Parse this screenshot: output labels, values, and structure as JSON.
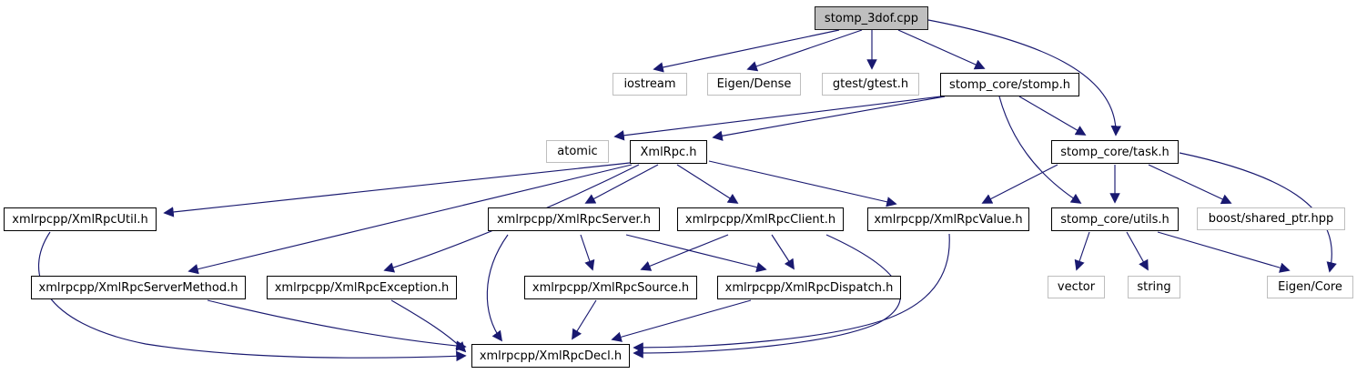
{
  "diagram": {
    "kind": "doxygen-include-dependency-graph",
    "root_label": "stomp_3dof.cpp",
    "colors": {
      "edge": "#191970",
      "root_fill": "#bfbfbf",
      "linked_border": "#000000",
      "plain_border": "#bebebe",
      "background": "#ffffff"
    },
    "nodes": [
      {
        "id": "stomp_3dof.cpp",
        "label": "stomp_3dof.cpp",
        "linked": false,
        "role": "root"
      },
      {
        "id": "iostream",
        "label": "iostream",
        "linked": false
      },
      {
        "id": "Eigen/Dense",
        "label": "Eigen/Dense",
        "linked": false
      },
      {
        "id": "gtest/gtest.h",
        "label": "gtest/gtest.h",
        "linked": false
      },
      {
        "id": "stomp_core/stomp.h",
        "label": "stomp_core/stomp.h",
        "linked": true
      },
      {
        "id": "atomic",
        "label": "atomic",
        "linked": false
      },
      {
        "id": "XmlRpc.h",
        "label": "XmlRpc.h",
        "linked": true
      },
      {
        "id": "stomp_core/task.h",
        "label": "stomp_core/task.h",
        "linked": true
      },
      {
        "id": "xmlrpcpp/XmlRpcUtil.h",
        "label": "xmlrpcpp/XmlRpcUtil.h",
        "linked": true
      },
      {
        "id": "xmlrpcpp/XmlRpcServer.h",
        "label": "xmlrpcpp/XmlRpcServer.h",
        "linked": true
      },
      {
        "id": "xmlrpcpp/XmlRpcClient.h",
        "label": "xmlrpcpp/XmlRpcClient.h",
        "linked": true
      },
      {
        "id": "xmlrpcpp/XmlRpcValue.h",
        "label": "xmlrpcpp/XmlRpcValue.h",
        "linked": true
      },
      {
        "id": "stomp_core/utils.h",
        "label": "stomp_core/utils.h",
        "linked": true
      },
      {
        "id": "boost/shared_ptr.hpp",
        "label": "boost/shared_ptr.hpp",
        "linked": false
      },
      {
        "id": "xmlrpcpp/XmlRpcServerMethod.h",
        "label": "xmlrpcpp/XmlRpcServerMethod.h",
        "linked": true
      },
      {
        "id": "xmlrpcpp/XmlRpcException.h",
        "label": "xmlrpcpp/XmlRpcException.h",
        "linked": true
      },
      {
        "id": "xmlrpcpp/XmlRpcSource.h",
        "label": "xmlrpcpp/XmlRpcSource.h",
        "linked": true
      },
      {
        "id": "xmlrpcpp/XmlRpcDispatch.h",
        "label": "xmlrpcpp/XmlRpcDispatch.h",
        "linked": true
      },
      {
        "id": "vector",
        "label": "vector",
        "linked": false
      },
      {
        "id": "string",
        "label": "string",
        "linked": false
      },
      {
        "id": "Eigen/Core",
        "label": "Eigen/Core",
        "linked": false
      },
      {
        "id": "xmlrpcpp/XmlRpcDecl.h",
        "label": "xmlrpcpp/XmlRpcDecl.h",
        "linked": true
      }
    ],
    "edges": [
      {
        "from": "stomp_3dof.cpp",
        "to": "iostream"
      },
      {
        "from": "stomp_3dof.cpp",
        "to": "Eigen/Dense"
      },
      {
        "from": "stomp_3dof.cpp",
        "to": "gtest/gtest.h"
      },
      {
        "from": "stomp_3dof.cpp",
        "to": "stomp_core/stomp.h"
      },
      {
        "from": "stomp_3dof.cpp",
        "to": "stomp_core/task.h"
      },
      {
        "from": "stomp_core/stomp.h",
        "to": "atomic"
      },
      {
        "from": "stomp_core/stomp.h",
        "to": "XmlRpc.h"
      },
      {
        "from": "stomp_core/stomp.h",
        "to": "stomp_core/task.h"
      },
      {
        "from": "stomp_core/stomp.h",
        "to": "stomp_core/utils.h"
      },
      {
        "from": "stomp_core/task.h",
        "to": "xmlrpcpp/XmlRpcValue.h"
      },
      {
        "from": "stomp_core/task.h",
        "to": "stomp_core/utils.h"
      },
      {
        "from": "stomp_core/task.h",
        "to": "boost/shared_ptr.hpp"
      },
      {
        "from": "stomp_core/task.h",
        "to": "Eigen/Core"
      },
      {
        "from": "XmlRpc.h",
        "to": "xmlrpcpp/XmlRpcUtil.h"
      },
      {
        "from": "XmlRpc.h",
        "to": "xmlrpcpp/XmlRpcServerMethod.h"
      },
      {
        "from": "XmlRpc.h",
        "to": "xmlrpcpp/XmlRpcException.h"
      },
      {
        "from": "XmlRpc.h",
        "to": "xmlrpcpp/XmlRpcServer.h"
      },
      {
        "from": "XmlRpc.h",
        "to": "xmlrpcpp/XmlRpcClient.h"
      },
      {
        "from": "XmlRpc.h",
        "to": "xmlrpcpp/XmlRpcValue.h"
      },
      {
        "from": "xmlrpcpp/XmlRpcUtil.h",
        "to": "xmlrpcpp/XmlRpcDecl.h"
      },
      {
        "from": "xmlrpcpp/XmlRpcServerMethod.h",
        "to": "xmlrpcpp/XmlRpcDecl.h"
      },
      {
        "from": "xmlrpcpp/XmlRpcException.h",
        "to": "xmlrpcpp/XmlRpcDecl.h"
      },
      {
        "from": "xmlrpcpp/XmlRpcServer.h",
        "to": "xmlrpcpp/XmlRpcDecl.h"
      },
      {
        "from": "xmlrpcpp/XmlRpcServer.h",
        "to": "xmlrpcpp/XmlRpcSource.h"
      },
      {
        "from": "xmlrpcpp/XmlRpcServer.h",
        "to": "xmlrpcpp/XmlRpcDispatch.h"
      },
      {
        "from": "xmlrpcpp/XmlRpcClient.h",
        "to": "xmlrpcpp/XmlRpcSource.h"
      },
      {
        "from": "xmlrpcpp/XmlRpcClient.h",
        "to": "xmlrpcpp/XmlRpcDispatch.h"
      },
      {
        "from": "xmlrpcpp/XmlRpcClient.h",
        "to": "xmlrpcpp/XmlRpcDecl.h"
      },
      {
        "from": "xmlrpcpp/XmlRpcValue.h",
        "to": "xmlrpcpp/XmlRpcDecl.h"
      },
      {
        "from": "xmlrpcpp/XmlRpcSource.h",
        "to": "xmlrpcpp/XmlRpcDecl.h"
      },
      {
        "from": "xmlrpcpp/XmlRpcDispatch.h",
        "to": "xmlrpcpp/XmlRpcDecl.h"
      },
      {
        "from": "stomp_core/utils.h",
        "to": "vector"
      },
      {
        "from": "stomp_core/utils.h",
        "to": "string"
      },
      {
        "from": "stomp_core/utils.h",
        "to": "Eigen/Core"
      }
    ]
  }
}
